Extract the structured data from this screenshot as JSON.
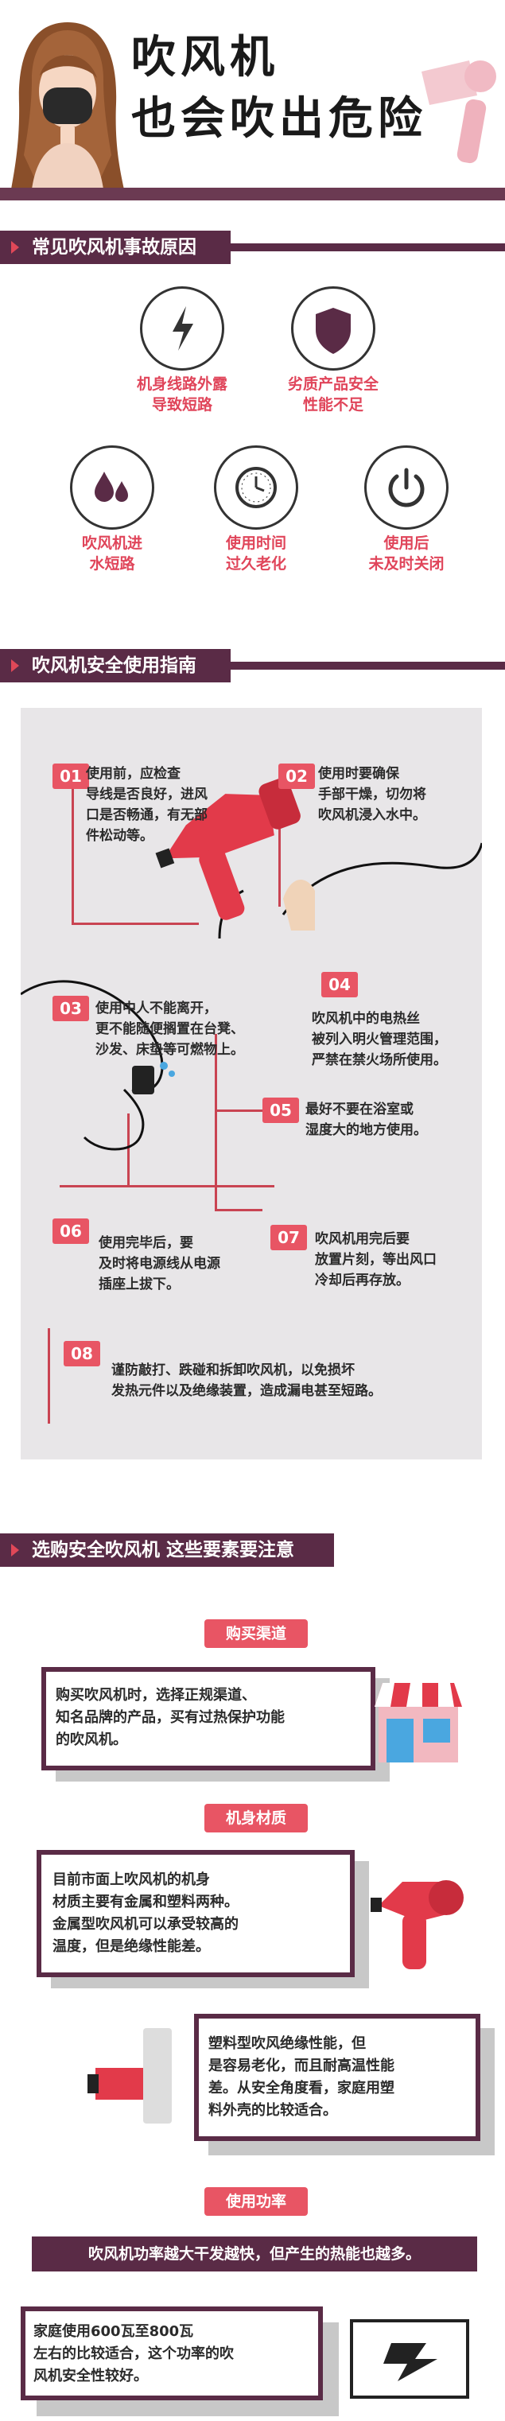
{
  "header": {
    "title_line1": "吹风机",
    "title_line2": "也会吹出危险"
  },
  "colors": {
    "accent": "#e85564",
    "dark": "#5a2b46"
  },
  "section1": {
    "title": "常见吹风机事故原因",
    "causes": [
      {
        "icon": "lightning-icon",
        "label": "机身线路外露\n导致短路"
      },
      {
        "icon": "shield-icon",
        "label": "劣质产品安全\n性能不足"
      },
      {
        "icon": "water-drops-icon",
        "label": "吹风机进\n水短路"
      },
      {
        "icon": "clock-icon",
        "label": "使用时间\n过久老化"
      },
      {
        "icon": "power-icon",
        "label": "使用后\n未及时关闭"
      }
    ]
  },
  "section2": {
    "title": "吹风机安全使用指南",
    "steps": [
      {
        "num": "01",
        "text": "使用前，应检查\n导线是否良好，进风\n口是否畅通，有无部\n件松动等。"
      },
      {
        "num": "02",
        "text": "使用时要确保\n手部干燥，切勿将\n吹风机浸入水中。"
      },
      {
        "num": "03",
        "text": "使用中人不能离开，\n更不能随便搁置在台凳、\n沙发、床垫等可燃物上。"
      },
      {
        "num": "04",
        "text": "吹风机中的电热丝\n被列入明火管理范围，\n严禁在禁火场所使用。"
      },
      {
        "num": "05",
        "text": "最好不要在浴室或\n湿度大的地方使用。"
      },
      {
        "num": "06",
        "text": "使用完毕后，要\n及时将电源线从电源\n插座上拔下。"
      },
      {
        "num": "07",
        "text": "吹风机用完后要\n放置片刻，等出风口\n冷却后再存放。"
      },
      {
        "num": "08",
        "text": "谨防敲打、跌碰和拆卸吹风机，以免损坏\n发热元件以及绝缘装置，造成漏电甚至短路。"
      }
    ]
  },
  "section3": {
    "title": "选购安全吹风机 这些要素要注意",
    "channel": {
      "label": "购买渠道",
      "text": "    购买吹风机时，选择正规渠道、\n知名品牌的产品，买有过热保护功能\n的吹风机。"
    },
    "material": {
      "label": "机身材质",
      "text1": "    目前市面上吹风机的机身\n材质主要有金属和塑料两种。\n金属型吹风机可以承受较高的\n温度，但是绝缘性能差。",
      "text2": "    塑料型吹风绝缘性能，但\n是容易老化，而且耐高温性能\n差。从安全角度看，家庭用塑\n料外壳的比较适合。"
    },
    "power": {
      "label": "使用功率",
      "banner": "吹风机功率越大干发越快，但产生的热能也越多。",
      "text": "    家庭使用600瓦至800瓦\n左右的比较适合，这个功率的吹\n风机安全性较好。"
    }
  }
}
